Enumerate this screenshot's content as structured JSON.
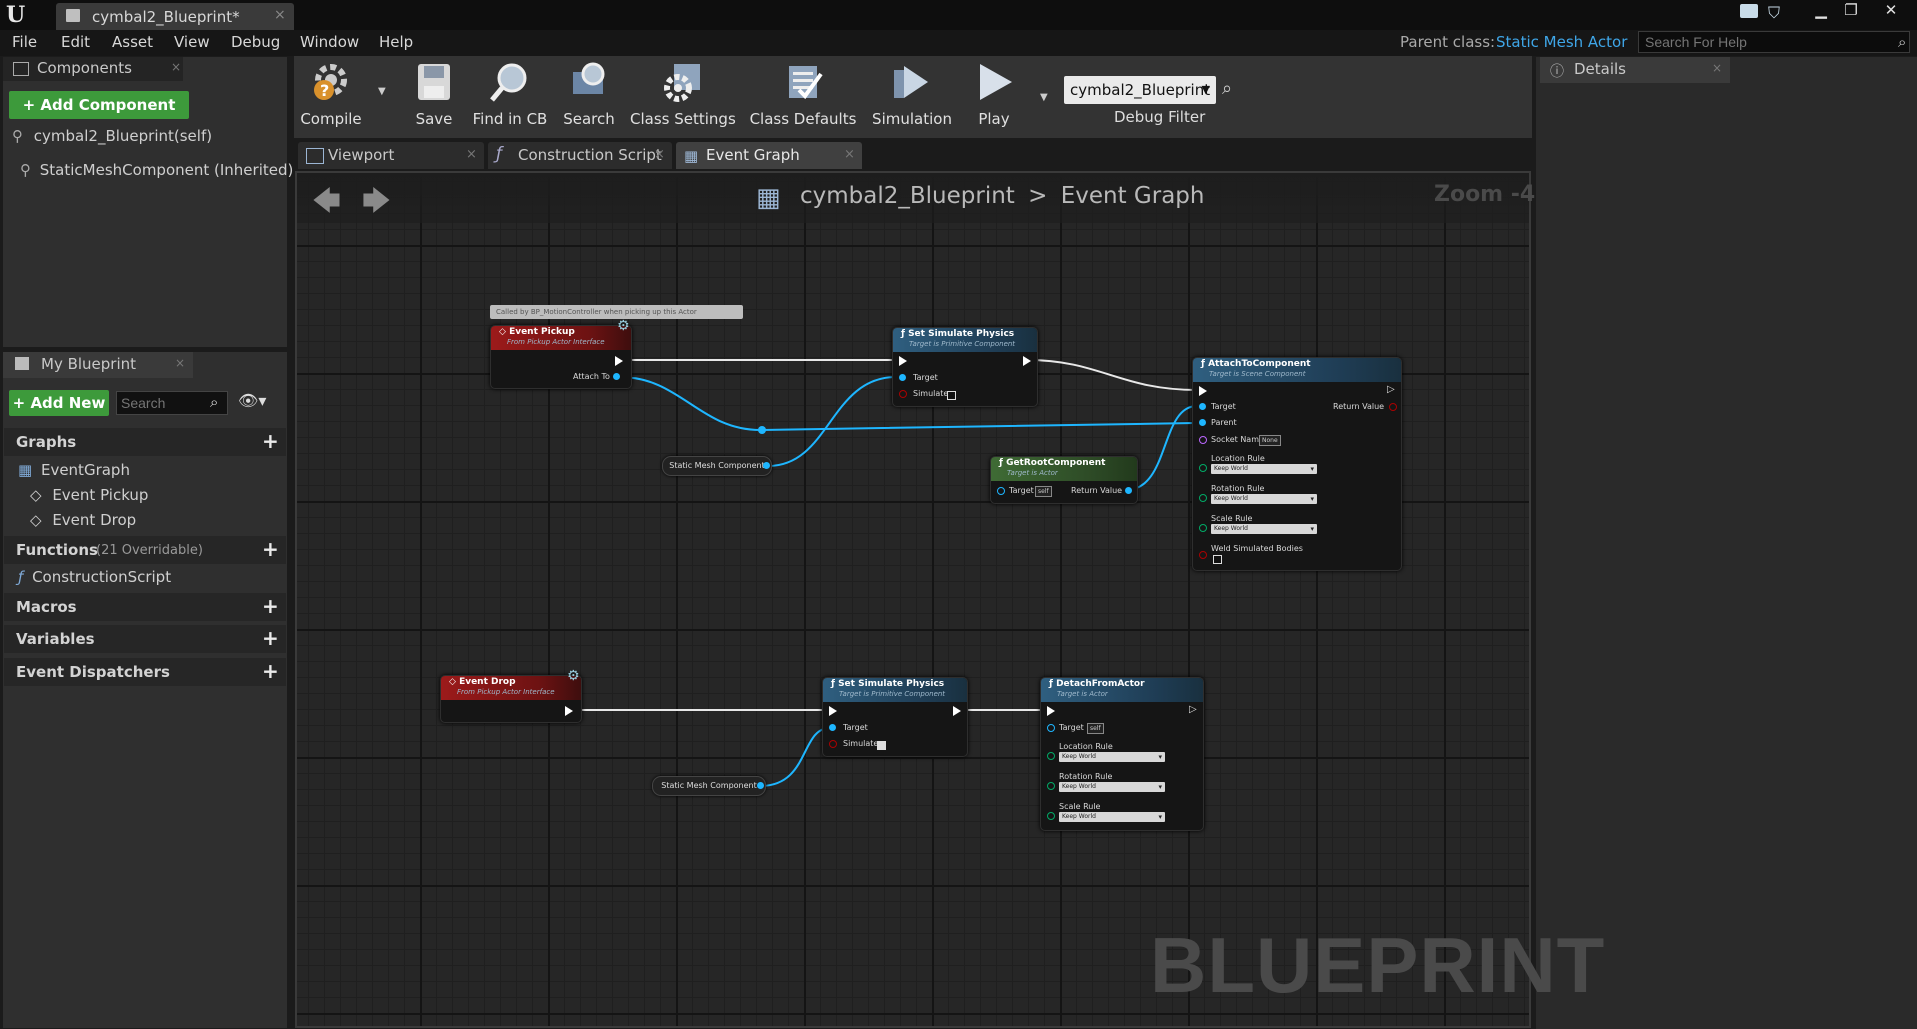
{
  "window": {
    "tab_title": "cymbal2_Blueprint*",
    "parent_class_label": "Parent class:",
    "parent_class_value": "Static Mesh Actor",
    "help_search_placeholder": "Search For Help"
  },
  "menu": [
    "File",
    "Edit",
    "Asset",
    "View",
    "Debug",
    "Window",
    "Help"
  ],
  "components_panel": {
    "title": "Components",
    "add_button": "+ Add Component",
    "items": [
      "cymbal2_Blueprint(self)",
      "StaticMeshComponent (Inherited)"
    ]
  },
  "my_blueprint": {
    "title": "My Blueprint",
    "add_new": "+ Add New",
    "search_placeholder": "Search",
    "graphs": {
      "label": "Graphs",
      "event_graph": "EventGraph",
      "events": [
        "Event Pickup",
        "Event Drop"
      ]
    },
    "functions": {
      "label": "Functions",
      "count": "(21 Overridable)",
      "items": [
        "ConstructionScript"
      ]
    },
    "macros": "Macros",
    "variables": "Variables",
    "event_dispatchers": "Event Dispatchers"
  },
  "toolbar": {
    "compile": "Compile",
    "save": "Save",
    "find_in_cb": "Find in CB",
    "search": "Search",
    "class_settings": "Class Settings",
    "class_defaults": "Class Defaults",
    "simulation": "Simulation",
    "play": "Play",
    "debug_object": "cymbal2_Blueprint",
    "debug_filter": "Debug Filter"
  },
  "details_panel": {
    "title": "Details"
  },
  "graph_tabs": [
    "Viewport",
    "Construction Script",
    "Event Graph"
  ],
  "graph": {
    "breadcrumb_root": "cymbal2_Blueprint",
    "breadcrumb_sep": ">",
    "breadcrumb_leaf": "Event Graph",
    "zoom": "Zoom -4",
    "watermark": "BLUEPRINT",
    "comment": "Called by BP_MotionController when picking up this Actor",
    "nodes": {
      "event_pickup": {
        "title": "Event Pickup",
        "subtitle": "From Pickup Actor Interface",
        "pin_attach": "Attach To"
      },
      "set_sim_1": {
        "title": "Set Simulate Physics",
        "subtitle": "Target is Primitive Component",
        "pin_target": "Target",
        "pin_simulate": "Simulate"
      },
      "attach": {
        "title": "AttachToComponent",
        "subtitle": "Target is Scene Component",
        "pin_target": "Target",
        "pin_return": "Return Value",
        "pin_parent": "Parent",
        "pin_socket": "Socket Name",
        "socket_value": "None",
        "location_rule": "Location Rule",
        "rotation_rule": "Rotation Rule",
        "scale_rule": "Scale Rule",
        "rule_value": "Keep World",
        "weld": "Weld Simulated Bodies"
      },
      "get_root": {
        "title": "GetRootComponent",
        "subtitle": "Target is Actor",
        "pin_target": "Target",
        "self_value": "self",
        "pin_return": "Return Value"
      },
      "static_mesh_1": "Static Mesh Component",
      "event_drop": {
        "title": "Event Drop",
        "subtitle": "From Pickup Actor Interface"
      },
      "set_sim_2": {
        "title": "Set Simulate Physics",
        "subtitle": "Target is Primitive Component",
        "pin_target": "Target",
        "pin_simulate": "Simulate"
      },
      "detach": {
        "title": "DetachFromActor",
        "subtitle": "Target is Actor",
        "pin_target": "Target",
        "self_value": "self",
        "location_rule": "Location Rule",
        "rotation_rule": "Rotation Rule",
        "scale_rule": "Scale Rule",
        "rule_value": "Keep World"
      },
      "static_mesh_2": "Static Mesh Component"
    }
  },
  "colors": {
    "accent": "#3fa6e8",
    "add_green": "#3d9a3b",
    "event_red": "#9c1a1a",
    "function_blue": "#2f5f80",
    "pure_green": "#3f6b35",
    "object_pin": "#1eb6ff"
  }
}
